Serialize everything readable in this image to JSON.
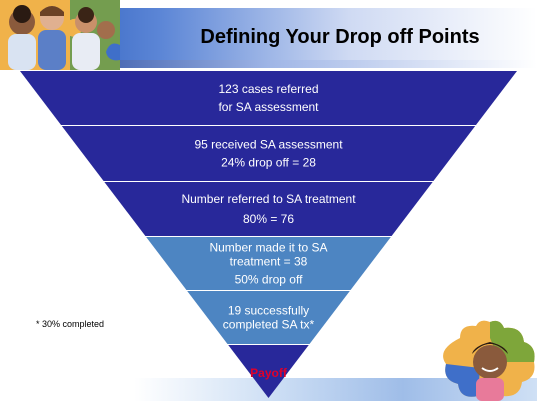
{
  "slide": {
    "title": "Defining Your Drop off Points"
  },
  "funnel": {
    "stages": [
      {
        "lines": [
          "123 cases referred",
          "for SA assessment"
        ],
        "color": "#28289a"
      },
      {
        "lines": [
          "95 received SA assessment",
          "24% drop off = 28"
        ],
        "color": "#28289a"
      },
      {
        "lines": [
          "Number referred to SA treatment",
          "80% = 76"
        ],
        "color": "#28289a"
      },
      {
        "lines": [
          "Number made it to SA",
          "treatment = 38",
          "50% drop off"
        ],
        "color": "#4d85c2"
      },
      {
        "lines": [
          "19 successfully",
          "completed SA tx*"
        ],
        "color": "#4d85c2"
      }
    ],
    "payoff": {
      "label": "Payoff",
      "color": "#28289a",
      "text_color": "#e0002a"
    }
  },
  "note": "* 30% completed",
  "colors": {
    "dark_blue": "#28289a",
    "light_blue": "#4d85c2",
    "title_gradient_start": "#1a4fb5"
  }
}
